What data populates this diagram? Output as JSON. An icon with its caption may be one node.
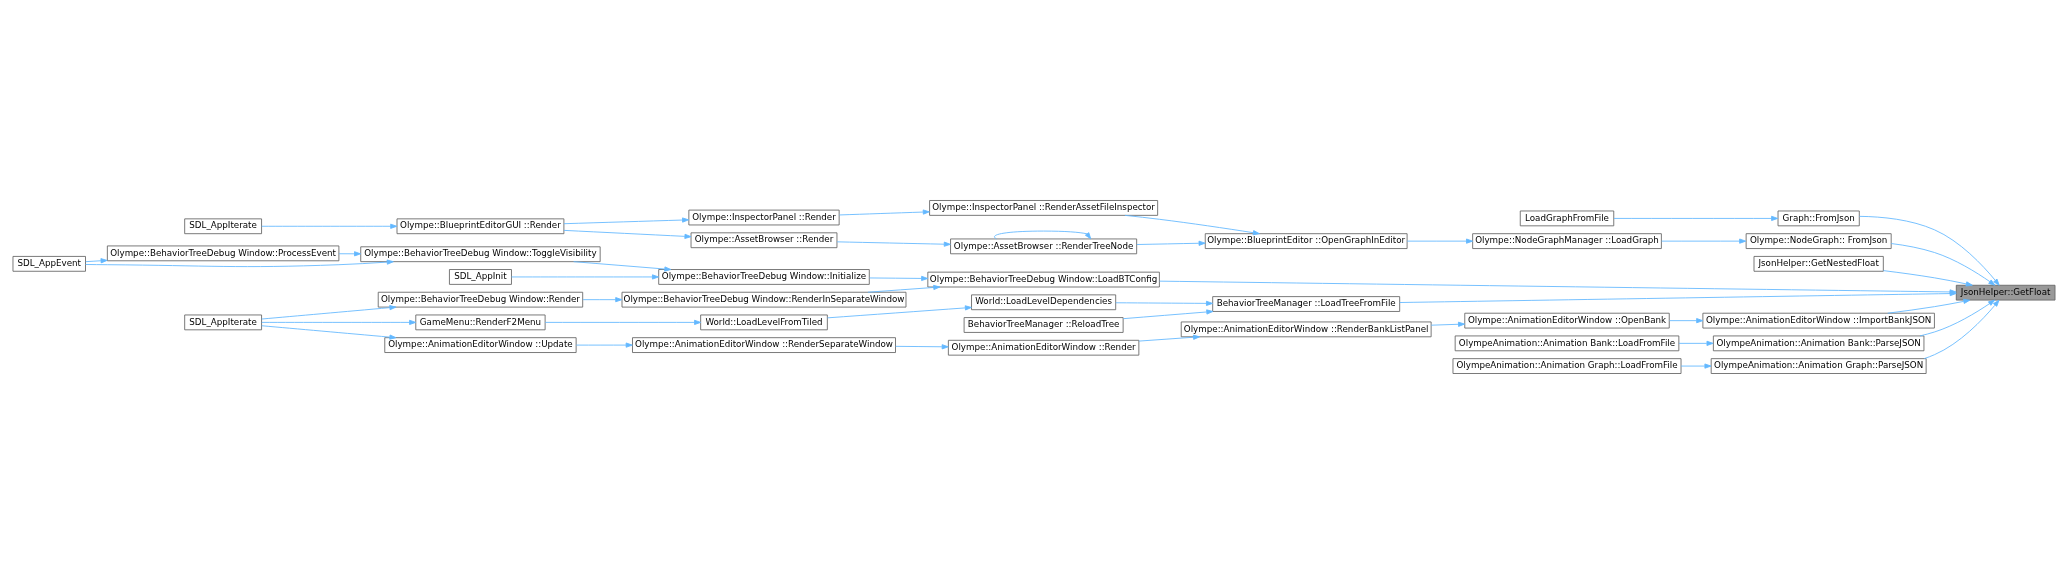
{
  "diagram": {
    "nodes": [
      {
        "text": [
          "JsonHelper::GetFloat"
        ]
      },
      {
        "text": [
          "Graph::FromJson"
        ]
      },
      {
        "text": [
          "LoadGraphFromFile"
        ]
      },
      {
        "text": [
          "Olympe::NodeGraph:: FromJson"
        ]
      },
      {
        "text": [
          "Olympe::NodeGraphManager ::LoadGraph"
        ]
      },
      {
        "text": [
          "Olympe::BlueprintEditor ::OpenGraphInEditor"
        ]
      },
      {
        "text": [
          "Olympe::InspectorPanel ::RenderAssetFileInspector"
        ]
      },
      {
        "text": [
          "Olympe::InspectorPanel ::Render"
        ]
      },
      {
        "text": [
          "Olympe::BlueprintEditorGUI ::Render"
        ]
      },
      {
        "text": [
          "SDL_AppIterate"
        ]
      },
      {
        "text": [
          "Olympe::AssetBrowser ::RenderTreeNode"
        ]
      },
      {
        "text": [
          "Olympe::AssetBrowser ::Render"
        ]
      },
      {
        "text": [
          "JsonHelper::GetNestedFloat"
        ]
      },
      {
        "text": [
          "Olympe::AnimationEditorWindow ::ImportBankJSON"
        ]
      },
      {
        "text": [
          "Olympe::AnimationEditorWindow ::OpenBank"
        ]
      },
      {
        "text": [
          "Olympe::AnimationEditorWindow ::RenderBankListPanel"
        ]
      },
      {
        "text": [
          "Olympe::AnimationEditorWindow ::Render"
        ]
      },
      {
        "text": [
          "Olympe::AnimationEditorWindow ::RenderSeparateWindow"
        ]
      },
      {
        "text": [
          "Olympe::AnimationEditorWindow ::Update"
        ]
      },
      {
        "text": [
          "SDL_AppIterate"
        ]
      },
      {
        "text": [
          "Olympe::BehaviorTreeDebug Window::LoadBTConfig"
        ]
      },
      {
        "text": [
          "Olympe::BehaviorTreeDebug Window::Initialize"
        ]
      },
      {
        "text": [
          "SDL_AppInit"
        ]
      },
      {
        "text": [
          "Olympe::BehaviorTreeDebug Window::ToggleVisibility"
        ]
      },
      {
        "text": [
          "Olympe::BehaviorTreeDebug Window::ProcessEvent"
        ]
      },
      {
        "text": [
          "SDL_AppEvent"
        ]
      },
      {
        "text": [
          "Olympe::BehaviorTreeDebug Window::RenderInSeparateWindow"
        ]
      },
      {
        "text": [
          "Olympe::BehaviorTreeDebug Window::Render"
        ]
      },
      {
        "text": [
          "BehaviorTreeManager ::LoadTreeFromFile"
        ]
      },
      {
        "text": [
          "World::LoadLevelDependencies"
        ]
      },
      {
        "text": [
          "World::LoadLevelFromTiled"
        ]
      },
      {
        "text": [
          "GameMenu::RenderF2Menu"
        ]
      },
      {
        "text": [
          "BehaviorTreeManager ::ReloadTree"
        ]
      },
      {
        "text": [
          "OlympeAnimation::Animation Bank::ParseJSON"
        ]
      },
      {
        "text": [
          "OlympeAnimation::Animation Bank::LoadFromFile"
        ]
      },
      {
        "text": [
          "OlympeAnimation::Animation Graph::ParseJSON"
        ]
      },
      {
        "text": [
          "OlympeAnimation::Animation Graph::LoadFromFile"
        ]
      }
    ],
    "edges": [
      {
        "from": 1,
        "to": 0,
        "arrow": "to"
      },
      {
        "from": 3,
        "to": 0,
        "arrow": "to"
      },
      {
        "from": 12,
        "to": 0,
        "arrow": "to"
      },
      {
        "from": 13,
        "to": 0,
        "arrow": "to"
      },
      {
        "from": 20,
        "to": 0,
        "arrow": "to"
      },
      {
        "from": 28,
        "to": 0,
        "arrow": "to"
      },
      {
        "from": 33,
        "to": 0,
        "arrow": "to"
      },
      {
        "from": 35,
        "to": 0,
        "arrow": "to"
      },
      {
        "from": 2,
        "to": 1,
        "arrow": "to"
      },
      {
        "from": 4,
        "to": 3,
        "arrow": "to"
      },
      {
        "from": 5,
        "to": 4,
        "arrow": "to"
      },
      {
        "from": 6,
        "to": 5,
        "arrow": "to"
      },
      {
        "from": 10,
        "to": 5,
        "arrow": "to"
      },
      {
        "from": 7,
        "to": 6,
        "arrow": "to"
      },
      {
        "from": 8,
        "to": 7,
        "arrow": "to"
      },
      {
        "from": 9,
        "to": 8,
        "arrow": "to"
      },
      {
        "from": 10,
        "to": 10,
        "arrow": "to"
      },
      {
        "from": 11,
        "to": 10,
        "arrow": "to"
      },
      {
        "from": 8,
        "to": 11,
        "arrow": "to"
      },
      {
        "from": 14,
        "to": 13,
        "arrow": "to"
      },
      {
        "from": 15,
        "to": 14,
        "arrow": "to"
      },
      {
        "from": 16,
        "to": 15,
        "arrow": "to"
      },
      {
        "from": 17,
        "to": 16,
        "arrow": "to"
      },
      {
        "from": 18,
        "to": 17,
        "arrow": "to"
      },
      {
        "from": 19,
        "to": 18,
        "arrow": "to"
      },
      {
        "from": 21,
        "to": 20,
        "arrow": "to"
      },
      {
        "from": 26,
        "to": 20,
        "arrow": "to"
      },
      {
        "from": 22,
        "to": 21,
        "arrow": "to"
      },
      {
        "from": 23,
        "to": 21,
        "arrow": "to"
      },
      {
        "from": 24,
        "to": 23,
        "arrow": "to"
      },
      {
        "from": 25,
        "to": 23,
        "arrow": "to"
      },
      {
        "from": 25,
        "to": 24,
        "arrow": "to"
      },
      {
        "from": 27,
        "to": 26,
        "arrow": "to"
      },
      {
        "from": 19,
        "to": 27,
        "arrow": "to"
      },
      {
        "from": 29,
        "to": 28,
        "arrow": "to"
      },
      {
        "from": 32,
        "to": 28,
        "arrow": "to"
      },
      {
        "from": 30,
        "to": 29,
        "arrow": "to"
      },
      {
        "from": 31,
        "to": 30,
        "arrow": "to"
      },
      {
        "from": 19,
        "to": 31,
        "arrow": "to"
      },
      {
        "from": 34,
        "to": 33,
        "arrow": "to"
      },
      {
        "from": 36,
        "to": 35,
        "arrow": "to"
      }
    ]
  }
}
